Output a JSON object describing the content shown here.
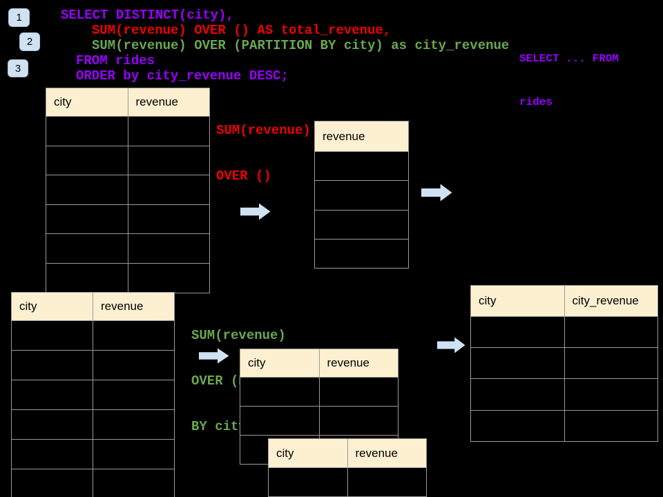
{
  "badges": [
    {
      "label": "1"
    },
    {
      "label": "2"
    },
    {
      "label": "3"
    }
  ],
  "sql_editor": {
    "lines": [
      {
        "text": "SELECT DISTINCT(city),",
        "color": "#9900ff"
      },
      {
        "text": "SUM(revenue) OVER () AS total_revenue,",
        "color": "#ee0000"
      },
      {
        "text": "SUM(revenue) OVER (PARTITION BY city) as city_revenue",
        "color": "#6aa84f"
      },
      {
        "text": "FROM rides",
        "color": "#9900ff"
      },
      {
        "text": "ORDER by city_revenue DESC;",
        "color": "#9900ff"
      }
    ]
  },
  "side_snippet": {
    "lines": [
      {
        "text": "SELECT ... FROM",
        "color": "#9900ff"
      },
      {
        "text": "rides",
        "color": "#9900ff"
      }
    ]
  },
  "annotation_total": {
    "lines": [
      {
        "text": "SUM(revenue)",
        "color": "#ee0000"
      },
      {
        "text": "OVER ()",
        "color": "#ee0000"
      }
    ]
  },
  "annotation_partition": {
    "lines": [
      {
        "text": "SUM(revenue)",
        "color": "#6aa84f"
      },
      {
        "text": "OVER (PARTITION",
        "color": "#6aa84f"
      },
      {
        "text": "BY city)",
        "color": "#6aa84f"
      }
    ]
  },
  "tables": {
    "source_top": {
      "headers": [
        "city",
        "revenue"
      ],
      "empty_rows": 6
    },
    "total_revenue": {
      "headers": [
        "revenue"
      ],
      "empty_rows": 4
    },
    "source_bottom": {
      "headers": [
        "city",
        "revenue"
      ],
      "empty_rows": 6
    },
    "partition_back_table": {
      "headers": [
        "city",
        "revenue"
      ],
      "empty_rows": 3
    },
    "partition_front_table": {
      "headers": [
        "city",
        "revenue"
      ],
      "empty_rows": 1
    },
    "result": {
      "headers": [
        "city",
        "city_revenue"
      ],
      "empty_rows": 4
    }
  },
  "colors": {
    "background": "#000000",
    "table_header_bg": "#fcf0d0",
    "table_border": "#9a9a9a",
    "arrow_fill": "#cfe2f3",
    "badge_bg": "#cfe2f3",
    "badge_text": "#000000",
    "header_text": "#000000"
  }
}
